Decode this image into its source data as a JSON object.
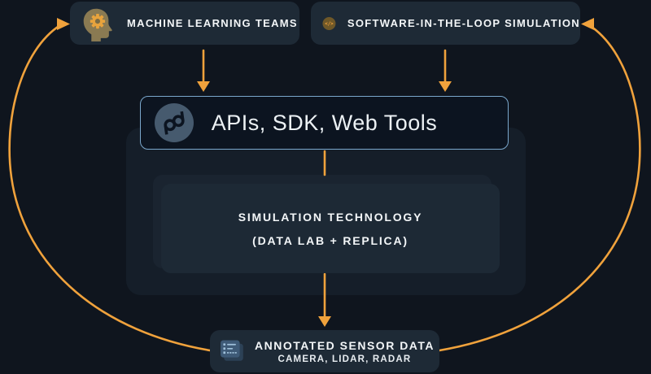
{
  "colors": {
    "background": "#0F151E",
    "card": "#1E2A36",
    "container": "#151E29",
    "apis_box_bg": "#0C1420",
    "apis_border": "#7AA7CC",
    "accent_orange": "#F0A23C",
    "text": "#F3F6F8"
  },
  "nodes": {
    "ml_teams": {
      "label": "MACHINE LEARNING TEAMS",
      "icon": "head-with-gear"
    },
    "sil_sim": {
      "label": "SOFTWARE-IN-THE-LOOP SIMULATION",
      "icon": "code-circle"
    },
    "apis": {
      "label": "APIs, SDK, Web Tools",
      "icon": "parallel-domain-logo"
    },
    "sim_tech": {
      "line1": "SIMULATION TECHNOLOGY",
      "line2": "(DATA LAB + REPLICA)"
    },
    "sensor_data": {
      "title": "ANNOTATED SENSOR DATA",
      "subtitle": "CAMERA, LIDAR, RADAR",
      "icon": "annotated-documents"
    }
  },
  "edges": [
    {
      "from": "ml_teams",
      "to": "apis",
      "style": "straight-down-arrow"
    },
    {
      "from": "sil_sim",
      "to": "apis",
      "style": "straight-down-arrow"
    },
    {
      "from": "apis",
      "to": "sim_tech",
      "style": "straight-line"
    },
    {
      "from": "sim_tech",
      "to": "sensor_data",
      "style": "straight-down-arrow"
    },
    {
      "from": "sensor_data",
      "to": "ml_teams",
      "style": "curved-left-arrow"
    },
    {
      "from": "sensor_data",
      "to": "sil_sim",
      "style": "curved-right-arrow"
    }
  ]
}
